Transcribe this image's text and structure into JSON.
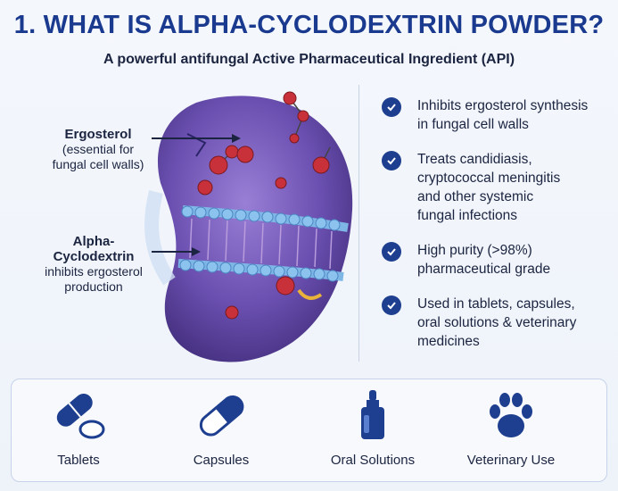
{
  "header": {
    "title": "1. WHAT IS ALPHA-CYCLODEXTRIN POWDER?",
    "subtitle": "A powerful antifungal Active Pharmaceutical Ingredient (API)"
  },
  "diagram": {
    "ergosterol_title": "Ergosterol",
    "ergosterol_note_1": "(essential for",
    "ergosterol_note_2": "fungal cell walls)",
    "alpha_line_1": "Alpha-",
    "alpha_line_2": "Cyclodextrin",
    "alpha_line_3": "inhibits ergosterol",
    "alpha_line_4": "production"
  },
  "benefits": [
    {
      "line1": "Inhibits ergosterol synthesis",
      "line2": "in fungal cell walls"
    },
    {
      "line1": "Treats candidiasis,",
      "line2": "cryptococcal meningitis",
      "line3": "and other systemic",
      "line4": "fungal infections"
    },
    {
      "line1": "High purity (>98%)",
      "line2": "pharmaceutical grade"
    },
    {
      "line1": "Used in tablets, capsules,",
      "line2": "oral solutions & veterinary",
      "line3": "medicines"
    }
  ],
  "uses": [
    {
      "label": "Tablets",
      "icon": "tablets-icon"
    },
    {
      "label": "Capsules",
      "icon": "capsule-icon"
    },
    {
      "label": "Oral Solutions",
      "icon": "dropper-bottle-icon"
    },
    {
      "label": "Veterinary Use",
      "icon": "paw-icon"
    }
  ],
  "colors": {
    "primary": "#1a3a8f",
    "check": "#1e3f8f",
    "cell": "#6a4fb0",
    "molecule": "#c8303a"
  }
}
